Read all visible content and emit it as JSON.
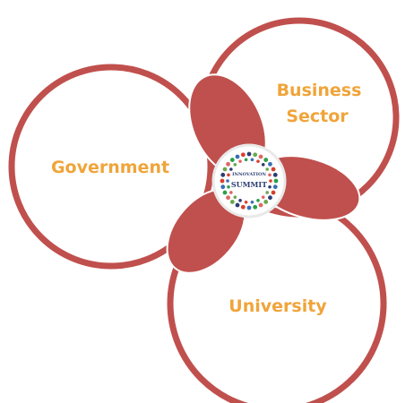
{
  "diagram": {
    "sets": [
      {
        "id": "government",
        "label": "Government"
      },
      {
        "id": "business",
        "label_lines": [
          "Business",
          "Sector"
        ]
      },
      {
        "id": "university",
        "label": "University"
      }
    ],
    "center_logo": {
      "top_text": "INNOVATION",
      "main_text": "SUMMIT"
    },
    "colors": {
      "ring": "#c0504d",
      "overlap": "#c0504d",
      "label": "#f0a43a",
      "logo_text": "#2c3e73"
    }
  }
}
